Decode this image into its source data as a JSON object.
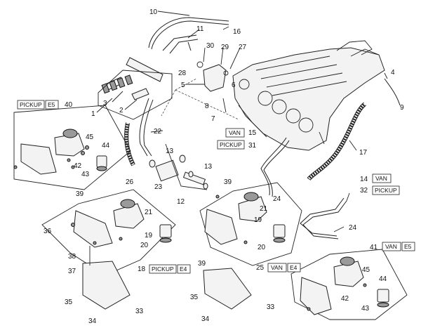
{
  "callouts": [
    {
      "id": "c10",
      "text": "10"
    },
    {
      "id": "c16",
      "text": "16"
    },
    {
      "id": "c11",
      "text": "11"
    },
    {
      "id": "c30",
      "text": "30"
    },
    {
      "id": "c29",
      "text": "29"
    },
    {
      "id": "c27",
      "text": "27"
    },
    {
      "id": "c28",
      "text": "28"
    },
    {
      "id": "c5",
      "text": "5"
    },
    {
      "id": "c6",
      "text": "6"
    },
    {
      "id": "c8",
      "text": "8"
    },
    {
      "id": "c7",
      "text": "7"
    },
    {
      "id": "c4",
      "text": "4"
    },
    {
      "id": "c9",
      "text": "9"
    },
    {
      "id": "c1",
      "text": "1"
    },
    {
      "id": "c3",
      "text": "3"
    },
    {
      "id": "c2",
      "text": "2"
    },
    {
      "id": "c40",
      "text": "40"
    },
    {
      "id": "c45a",
      "text": "45"
    },
    {
      "id": "c44a",
      "text": "44"
    },
    {
      "id": "c42a",
      "text": "42"
    },
    {
      "id": "c43a",
      "text": "43"
    },
    {
      "id": "c22",
      "text": "22"
    },
    {
      "id": "c26",
      "text": "26"
    },
    {
      "id": "c13a",
      "text": "13"
    },
    {
      "id": "c23",
      "text": "23"
    },
    {
      "id": "c13b",
      "text": "13"
    },
    {
      "id": "c12",
      "text": "12"
    },
    {
      "id": "c15",
      "text": "15"
    },
    {
      "id": "c31",
      "text": "31"
    },
    {
      "id": "c17",
      "text": "17"
    },
    {
      "id": "c14",
      "text": "14"
    },
    {
      "id": "c32",
      "text": "32"
    },
    {
      "id": "c39a",
      "text": "39"
    },
    {
      "id": "c36",
      "text": "36"
    },
    {
      "id": "c21a",
      "text": "21"
    },
    {
      "id": "c19a",
      "text": "19"
    },
    {
      "id": "c20a",
      "text": "20"
    },
    {
      "id": "c38",
      "text": "38"
    },
    {
      "id": "c37",
      "text": "37"
    },
    {
      "id": "c18",
      "text": "18"
    },
    {
      "id": "c39b",
      "text": "39"
    },
    {
      "id": "c24a",
      "text": "24"
    },
    {
      "id": "c21b",
      "text": "21"
    },
    {
      "id": "c19b",
      "text": "19"
    },
    {
      "id": "c20b",
      "text": "20"
    },
    {
      "id": "c39c",
      "text": "39"
    },
    {
      "id": "c25",
      "text": "25"
    },
    {
      "id": "c24b",
      "text": "24"
    },
    {
      "id": "c41",
      "text": "41"
    },
    {
      "id": "c45b",
      "text": "45"
    },
    {
      "id": "c44b",
      "text": "44"
    },
    {
      "id": "c42b",
      "text": "42"
    },
    {
      "id": "c43b",
      "text": "43"
    },
    {
      "id": "c35a",
      "text": "35"
    },
    {
      "id": "c34a",
      "text": "34"
    },
    {
      "id": "c33a",
      "text": "33"
    },
    {
      "id": "c35b",
      "text": "35"
    },
    {
      "id": "c34b",
      "text": "34"
    },
    {
      "id": "c33b",
      "text": "33"
    }
  ],
  "tags": {
    "pickup_e5": [
      "PICKUP",
      "E5"
    ],
    "van_15": "VAN",
    "pickup_31": "PICKUP",
    "van_14": "VAN",
    "pickup_32": "PICKUP",
    "pickup_e4": [
      "PICKUP",
      "E4"
    ],
    "van_e4": [
      "VAN",
      "E4"
    ],
    "van_e5": [
      "VAN",
      "E5"
    ]
  }
}
